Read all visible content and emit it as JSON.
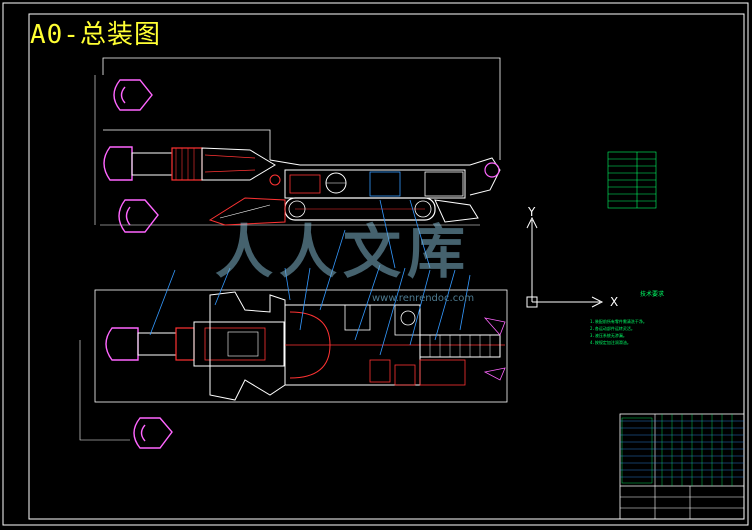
{
  "drawing": {
    "title": "A0-总装图"
  },
  "watermark": {
    "text": "人人文库",
    "url": "www.renrendoc.com"
  },
  "axes": {
    "x_label": "X",
    "y_label": "Y"
  },
  "notes": {
    "title": "技术要求",
    "lines": [
      "1.装配前所有零件需清洗干净。",
      "2.各运动部件运转灵活。",
      "3.液压系统无渗漏。",
      "4.按规定加注润滑油。"
    ]
  },
  "colors": {
    "frame": "#ffffff",
    "outline": "#ffffff",
    "cutter": "#ff66ff",
    "body": "#ff3333",
    "blue": "#3399ff",
    "green": "#00ff66",
    "title": "#ffff33"
  }
}
